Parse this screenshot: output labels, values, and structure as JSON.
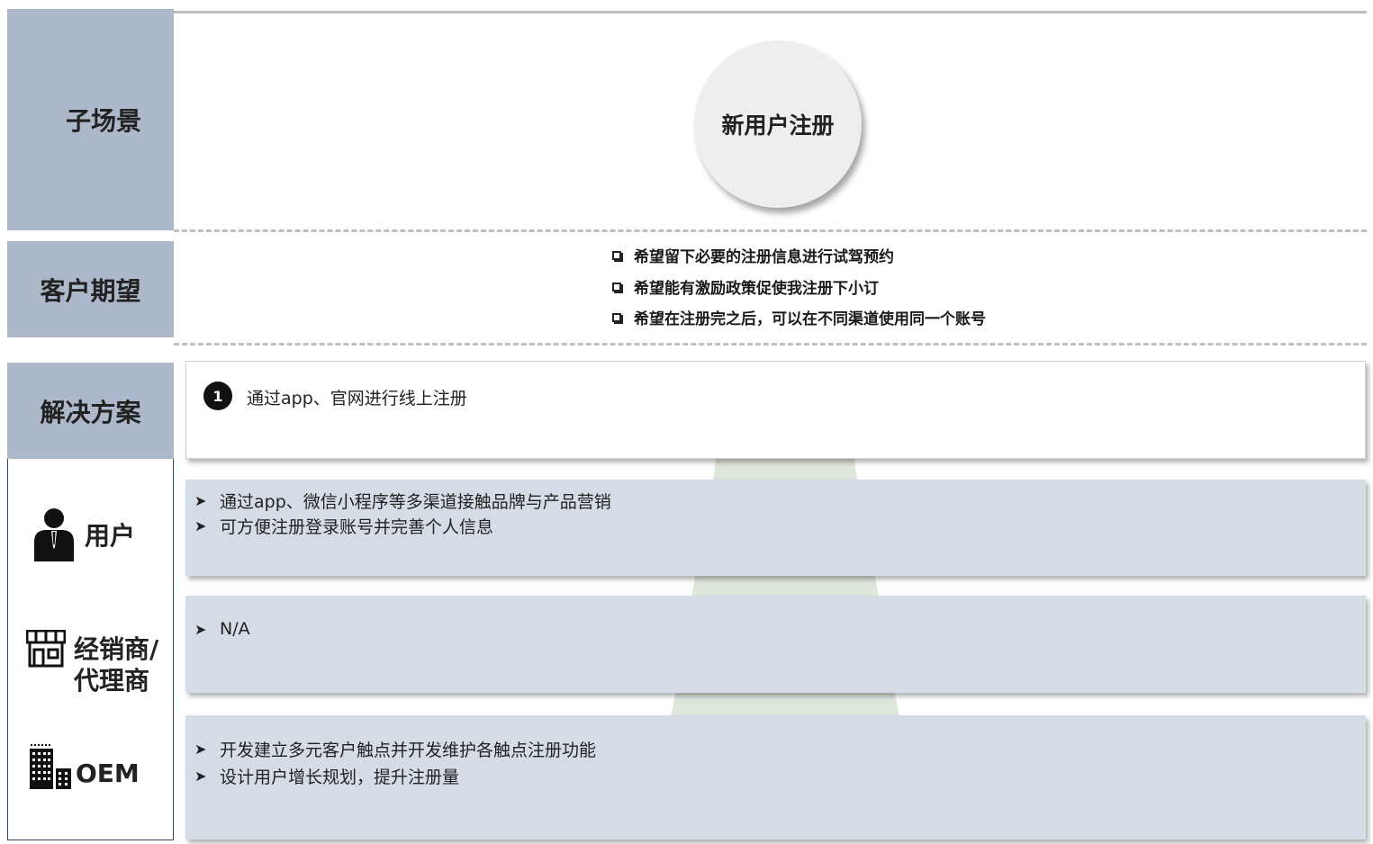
{
  "labels": {
    "sub_scene": "子场景",
    "expectation": "客户期望",
    "solution": "解决方案"
  },
  "scene": {
    "circle_title": "新用户注册"
  },
  "expectations": [
    "希望留下必要的注册信息进行试驾预约",
    "希望能有激励政策促使我注册下小订",
    "希望在注册完之后，可以在不同渠道使用同一个账号"
  ],
  "solution": {
    "number": "1",
    "text": "通过app、官网进行线上注册"
  },
  "roles": {
    "user": {
      "label": "用户",
      "icon": "person-icon"
    },
    "dealer": {
      "label_line1": "经销商/",
      "label_line2": "代理商",
      "icon": "store-icon"
    },
    "oem": {
      "label": "OEM",
      "icon": "building-icon"
    }
  },
  "role_items": {
    "user": [
      "通过app、微信小程序等多渠道接触品牌与产品营销",
      "可方便注册登录账号并完善个人信息"
    ],
    "dealer": [
      "N/A"
    ],
    "oem": [
      "开发建立多元客户触点并开发维护各触点注册功能",
      "设计用户增长规划，提升注册量"
    ]
  },
  "colors": {
    "label_bg": "#adb9ca",
    "role_box_bg": "#d6dce5",
    "trapezoid": "#dfe6dc",
    "circle_bg": "#eeeeee"
  }
}
